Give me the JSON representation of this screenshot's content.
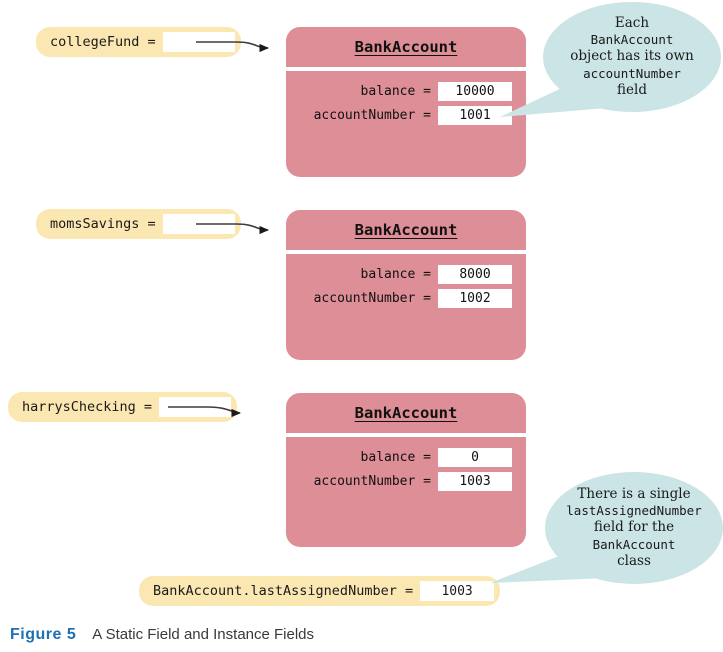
{
  "figure": {
    "number_label": "Figure 5",
    "caption": "A Static Field and Instance Fields"
  },
  "colors": {
    "object_pink": "#dd8e96",
    "variable_yellow": "#fbe7b2",
    "callout_blue": "#cbe4e5",
    "figure_number_blue": "#1f6fb5",
    "value_box_white": "#ffffff",
    "text_black": "#111111"
  },
  "variables": [
    {
      "name": "collegeFund =",
      "slot_value": ""
    },
    {
      "name": "momsSavings =",
      "slot_value": ""
    },
    {
      "name": "harrysChecking =",
      "slot_value": ""
    }
  ],
  "objects": [
    {
      "title": "BankAccount",
      "fields": [
        {
          "label": "balance =",
          "value": "10000"
        },
        {
          "label": "accountNumber =",
          "value": "1001"
        }
      ]
    },
    {
      "title": "BankAccount",
      "fields": [
        {
          "label": "balance =",
          "value": "8000"
        },
        {
          "label": "accountNumber =",
          "value": "1002"
        }
      ]
    },
    {
      "title": "BankAccount",
      "fields": [
        {
          "label": "balance =",
          "value": "0"
        },
        {
          "label": "accountNumber =",
          "value": "1003"
        }
      ]
    }
  ],
  "static_field": {
    "label": "BankAccount.lastAssignedNumber =",
    "value": "1003"
  },
  "callouts": [
    {
      "lines": [
        {
          "text": "Each",
          "code": false
        },
        {
          "text": "BankAccount",
          "code": true
        },
        {
          "text": "object has its own",
          "code": false
        },
        {
          "text": "accountNumber",
          "code": true
        },
        {
          "text": "field",
          "code": false
        }
      ]
    },
    {
      "lines": [
        {
          "text": "There is a single",
          "code": false
        },
        {
          "text": "lastAssignedNumber",
          "code": true
        },
        {
          "text": "field for the",
          "code": false
        },
        {
          "text": "BankAccount",
          "code": true
        },
        {
          "text": "class",
          "code": false
        }
      ]
    }
  ]
}
